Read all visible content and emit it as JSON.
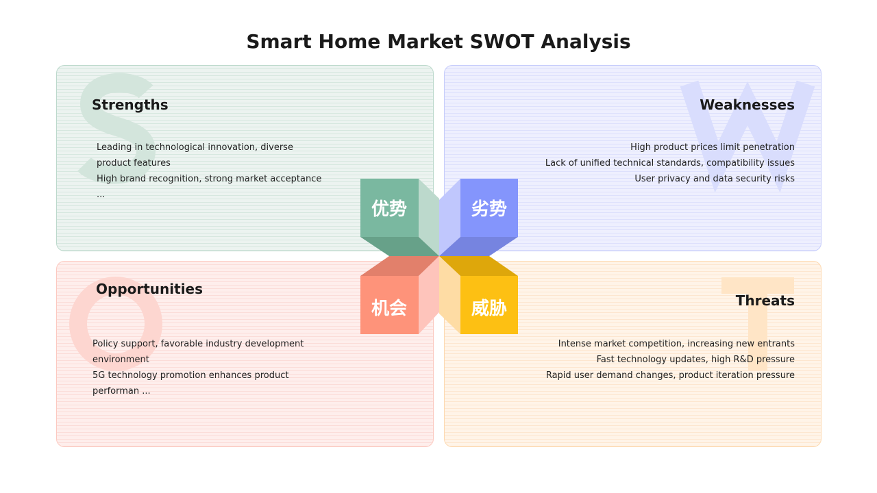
{
  "title": "Smart Home Market SWOT Analysis",
  "strengths": {
    "letter": "S",
    "title": "Strengths",
    "cn": "优势",
    "items": [
      "Leading in technological innovation, diverse product features",
      "High brand recognition, strong market acceptance ..."
    ]
  },
  "weaknesses": {
    "letter": "W",
    "title": "Weaknesses",
    "cn": "劣势",
    "items": [
      "High product prices limit penetration",
      "Lack of unified technical standards, compatibility issues",
      "User privacy and data security risks"
    ]
  },
  "opportunities": {
    "letter": "O",
    "title": "Opportunities",
    "cn": "机会",
    "items": [
      "Policy support, favorable industry development environment",
      "5G technology promotion enhances product performan ..."
    ]
  },
  "threats": {
    "letter": "T",
    "title": "Threats",
    "cn": "威胁",
    "items": [
      "Intense market competition, increasing new entrants",
      "Fast technology updates, high R&D pressure",
      "Rapid user demand changes, product iteration pressure"
    ]
  },
  "colors": {
    "strengths": "#7ab8a0",
    "weaknesses": "#8495fc",
    "opportunities": "#fe937a",
    "threats": "#fdc013"
  }
}
